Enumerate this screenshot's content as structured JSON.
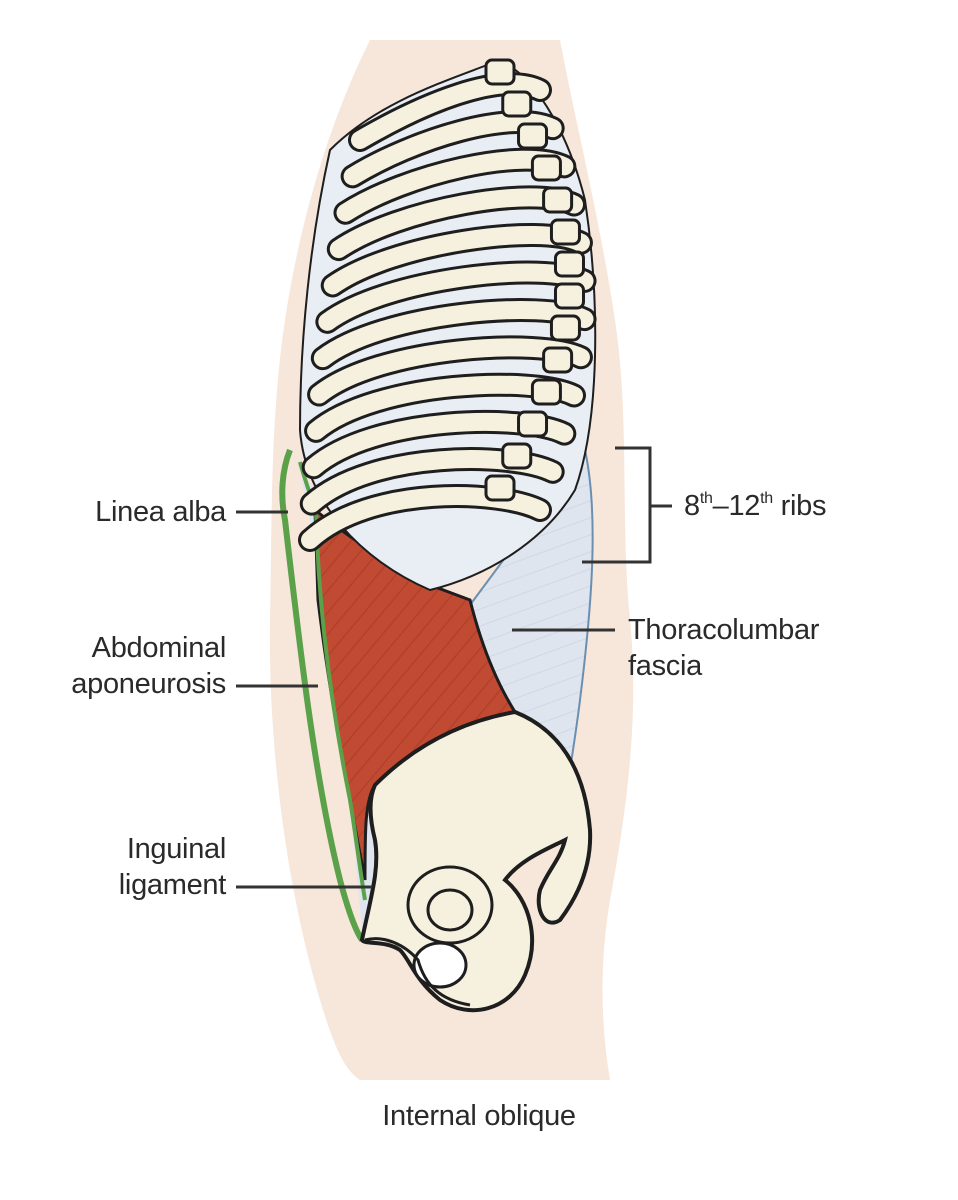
{
  "figure": {
    "caption": "Internal oblique",
    "labels": {
      "linea_alba": "Linea alba",
      "abdominal_aponeurosis": [
        "Abdominal",
        "aponeurosis"
      ],
      "inguinal_ligament": [
        "Inguinal",
        "ligament"
      ],
      "ribs": {
        "start": "8",
        "start_sup": "th",
        "dash": "–",
        "end": "12",
        "end_sup": "th",
        "suffix": " ribs"
      },
      "thoracolumbar_fascia": [
        "Thoracolumbar",
        "fascia"
      ]
    }
  },
  "colors": {
    "skin": "#f7e6da",
    "bone": "#f6f1df",
    "bone_outline": "#1e1e1e",
    "muscle": "#c04a32",
    "muscle_stripe": "#a63a24",
    "fascia": "#dfe5ef",
    "linea_alba_outline": "#5aa14a",
    "leader_line": "#333333"
  }
}
